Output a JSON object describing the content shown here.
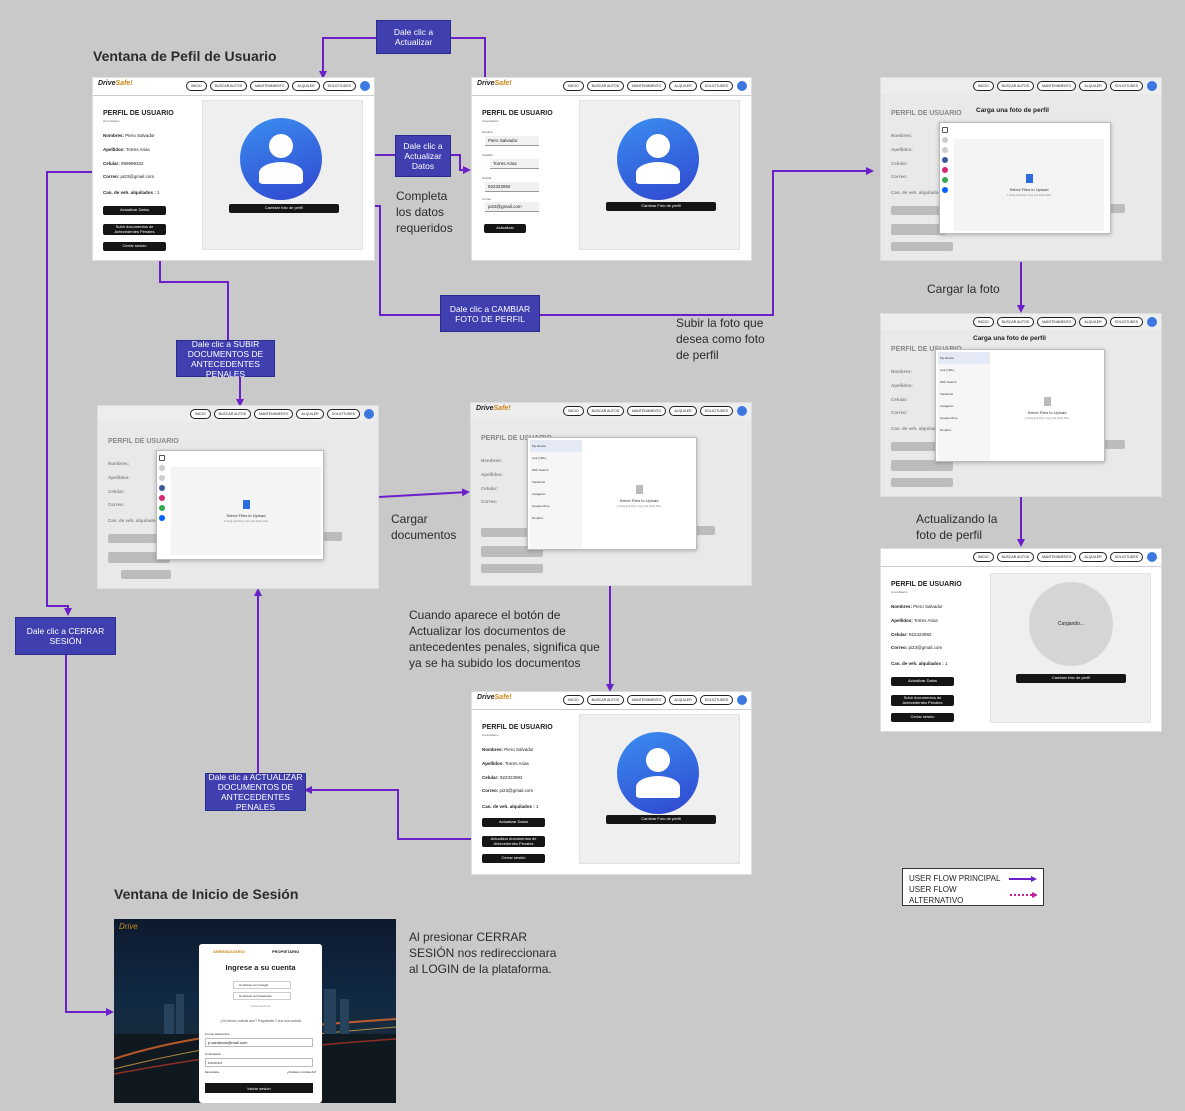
{
  "titles": {
    "profile_window": "Ventana de Pefil de Usuario",
    "login_window": "Ventana de Inicio de Sesión"
  },
  "nav": {
    "logo_a": "Drive",
    "logo_b": "Safe!",
    "inicio": "INICIO",
    "buscar": "BUSCAR AUTOS",
    "mantenimiento": "MANTENIMIENTO",
    "alquiler": "ALQUILER",
    "solicitudes": "SOLICITUDES"
  },
  "profile": {
    "title": "PERFIL DE USUARIO",
    "subtitle": "Arrendatario",
    "nombres_label": "Nombres:",
    "nombres": "Piero Salvador",
    "apellidos_label": "Apellidos:",
    "apellidos": "Torres Arias",
    "celular_label": "Celular:",
    "celular": "999999322",
    "celular2": "922323992",
    "correo_label": "Correo:",
    "correo": "pi23@gmail.com",
    "alquilados_label": "Can. de veh. alquilados :",
    "alquilados": "1",
    "btn_actualizar": "Actualizar Datos",
    "btn_subir": "Subir documentos de Antecedentes Penales",
    "btn_actualizar_docs": "Actualizar documentos de Antecedentes Penales",
    "btn_cerrar": "Cerrar sesión",
    "btn_foto": "Cambiar foto de perfil",
    "btn_foto2": "Cambiar Foto de perfil",
    "btn_update": "Actualizar",
    "cargando": "Cargando..."
  },
  "edit_form": {
    "lbl_nombre": "Nombre",
    "nombre": "Piero Salvador",
    "lbl_apellido": "Apellido",
    "apellido": "Torres Arias",
    "lbl_celular": "Celular",
    "celular": "922323992",
    "lbl_correo": "Correo",
    "correo": "pi23@gmail.com"
  },
  "upload": {
    "title": "Carga una foto de perfil",
    "select": "Select Files to Upload",
    "sub": "or Drag and Drop, Copy and Paste Files",
    "my_device": "My Device",
    "web_search": "Web Search",
    "link": "Link (URL)",
    "facebook": "Facebook",
    "instagram": "Instagram",
    "drive": "Google Drive",
    "dropbox": "Dropbox"
  },
  "flow_labels": {
    "dale_actualizar_1": "Dale clic a Actualizar",
    "dale_actualizar_2": "Dale clic a Actualizar Datos",
    "dale_foto": "Dale clic a CAMBIAR FOTO DE PERFIL",
    "dale_subir": "Dale clic a SUBIR DOCUMENTOS DE ANTECEDENTES PENALES",
    "dale_cerrar": "Dale clic a CERRAR SESIÓN",
    "dale_actualizar_docs": "Dale clic a ACTUALIZAR DOCUMENTOS DE ANTECEDENTES PENALES"
  },
  "notes": {
    "completa": "Completa los datos requeridos",
    "subir_foto": "Subir la foto que desea como foto de perfil",
    "cargar_foto": "Cargar la foto",
    "actualizando": "Actualizando la foto de perfil",
    "cargar_docs": "Cargar documentos",
    "cuando": "Cuando aparece el botón de Actualizar los documentos de antecedentes penales, significa que ya se ha subido los documentos",
    "al_presionar": "Al presionar CERRAR SESIÓN nos redireccionara al LOGIN de la plataforma."
  },
  "legend": {
    "principal": "USER FLOW PRINCIPAL",
    "alternativo": "USER FLOW ALTERNATIVO"
  },
  "login": {
    "logo": "Drive",
    "tab_a": "ARRENDATARIO",
    "tab_b": "PROPIETARIO",
    "heading": "Ingrese a su cuenta",
    "google": "Continuar con Google",
    "facebook": "Continuar con Facebook",
    "o": "o inicia sesión con",
    "register": "¿No tienes cuenta aún? Regístrate  Crea una cuenta",
    "email_label": "Correo electrónico",
    "email": "p.sandovai@mail.com",
    "pass_label": "Contraseña",
    "pass": "••••••••••",
    "remember": "Recuérdame",
    "forgot": "¿Olvidaste tu contraseña?",
    "btn": "Iniciar sesión"
  },
  "colors": {
    "primary_flow": "#6a1fc9",
    "box": "#3f3fb0",
    "accent": "#3c78e0"
  }
}
